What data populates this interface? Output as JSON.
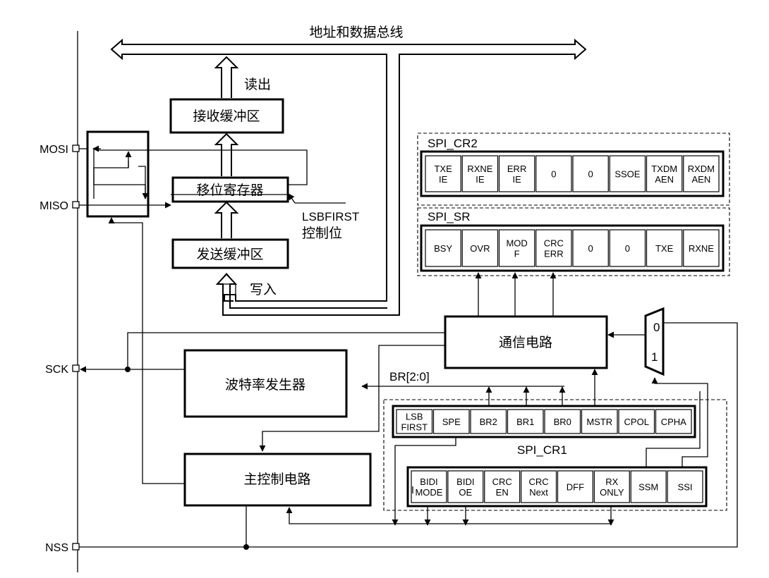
{
  "bus": {
    "label": "地址和数据总线"
  },
  "labels": {
    "read_out": "读出",
    "write_in": "写入",
    "lsbfirst_line1": "LSBFIRST",
    "lsbfirst_line2": "控制位",
    "br_bits": "BR[2:0]",
    "mux_0": "0",
    "mux_1": "1"
  },
  "blocks": {
    "rx_buffer": "接收缓冲区",
    "shift_register": "移位寄存器",
    "tx_buffer": "发送缓冲区",
    "comm_circuit": "通信电路",
    "baud_generator": "波特率发生器",
    "master_control": "主控制电路"
  },
  "pins": [
    "MOSI",
    "MISO",
    "SCK",
    "NSS"
  ],
  "registers": {
    "spi_cr2": {
      "name": "SPI_CR2",
      "cells": [
        [
          "TXE",
          "IE"
        ],
        [
          "RXNE",
          "IE"
        ],
        [
          "ERR",
          "IE"
        ],
        [
          "0"
        ],
        [
          "0"
        ],
        [
          "SSOE"
        ],
        [
          "TXDM",
          "AEN"
        ],
        [
          "RXDM",
          "AEN"
        ]
      ]
    },
    "spi_sr": {
      "name": "SPI_SR",
      "cells": [
        [
          "BSY"
        ],
        [
          "OVR"
        ],
        [
          "MOD",
          "F"
        ],
        [
          "CRC",
          "ERR"
        ],
        [
          "0"
        ],
        [
          "0"
        ],
        [
          "TXE"
        ],
        [
          "RXNE"
        ]
      ]
    },
    "spi_cr1": {
      "name": "SPI_CR1",
      "row1": [
        [
          "LSB",
          "FIRST"
        ],
        [
          "SPE"
        ],
        [
          "BR2"
        ],
        [
          "BR1"
        ],
        [
          "BR0"
        ],
        [
          "MSTR"
        ],
        [
          "CPOL"
        ],
        [
          "CPHA"
        ]
      ],
      "row2": [
        [
          "BIDI",
          "MODE"
        ],
        [
          "BIDI",
          "OE"
        ],
        [
          "CRC",
          "EN"
        ],
        [
          "CRC",
          "Next"
        ],
        [
          "DFF"
        ],
        [
          "RX",
          "ONLY"
        ],
        [
          "SSM"
        ],
        [
          "SSI"
        ]
      ]
    }
  }
}
